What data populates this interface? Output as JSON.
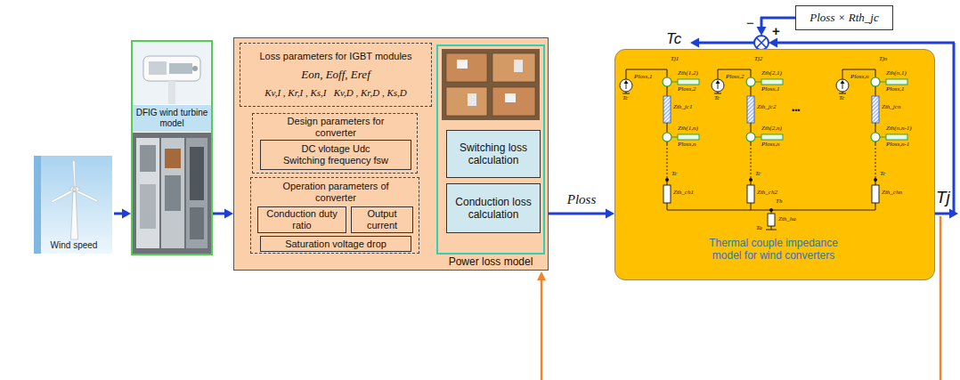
{
  "diagram": {
    "nodes": [
      {
        "text": [
          "Wind speed"
        ]
      },
      {
        "text": [
          "DFIG wind turbine model"
        ]
      },
      {
        "text": [
          "Power loss model"
        ]
      },
      {
        "text": [
          "Loss parameters for IGBT modules",
          "Eon, Eoff, Eref",
          "Kv,I , Kr,I , Ks,I   Kv,D , Kr,D , Ks,D"
        ],
        "in": 2
      },
      {
        "text": [
          "Design parameters for converter"
        ],
        "in": 2
      },
      {
        "text": [
          "DC vlotage Udc",
          "Switching frequency fsw"
        ],
        "in": 4
      },
      {
        "text": [
          "Operation parameters of converter"
        ],
        "in": 2
      },
      {
        "text": [
          "Conduction duty ratio"
        ],
        "in": 6
      },
      {
        "text": [
          "Output current"
        ],
        "in": 6
      },
      {
        "text": [
          "Saturation voltage drop"
        ],
        "in": 6
      },
      {
        "text": [
          "Switching loss calculation"
        ],
        "in": 2
      },
      {
        "text": [
          "Conduction loss calculation"
        ],
        "in": 2
      },
      {
        "text": [
          "Thermal couple impedance model for wind converters"
        ]
      },
      {
        "text": [
          "Ploss × Rth_jc"
        ]
      }
    ],
    "edges": [
      {
        "from": 0,
        "to": 1,
        "arrow": "to"
      },
      {
        "from": 1,
        "to": 2,
        "arrow": "to"
      },
      {
        "from": 2,
        "to": 12,
        "label": "Ploss",
        "arrow": "to"
      }
    ],
    "labels": [
      "Tc",
      "Tj",
      "−",
      "+",
      "Tj1",
      "Ploss,1",
      "Tc",
      "Zth(1,2)",
      "Ploss,2",
      "Zth_jc1",
      "Zth(1,n)",
      "Ploss,n",
      "Tc",
      "Zth_ch1",
      "Tj2",
      "Ploss,2",
      "Tc",
      "Zth(2,1)",
      "Ploss,1",
      "Zth_jc2",
      "Zth(2,n)",
      "Ploss,n",
      "Tc",
      "Zth_ch2",
      "Tjn",
      "Ploss,n",
      "Tc",
      "Zth(n,1)",
      "Ploss,1",
      "Zth_jcn",
      "Zth(n,n-1)",
      "Ploss,n-1",
      "Tc",
      "Zth_chn",
      "•••",
      "Th",
      "Zth_ha",
      "Ta"
    ]
  }
}
